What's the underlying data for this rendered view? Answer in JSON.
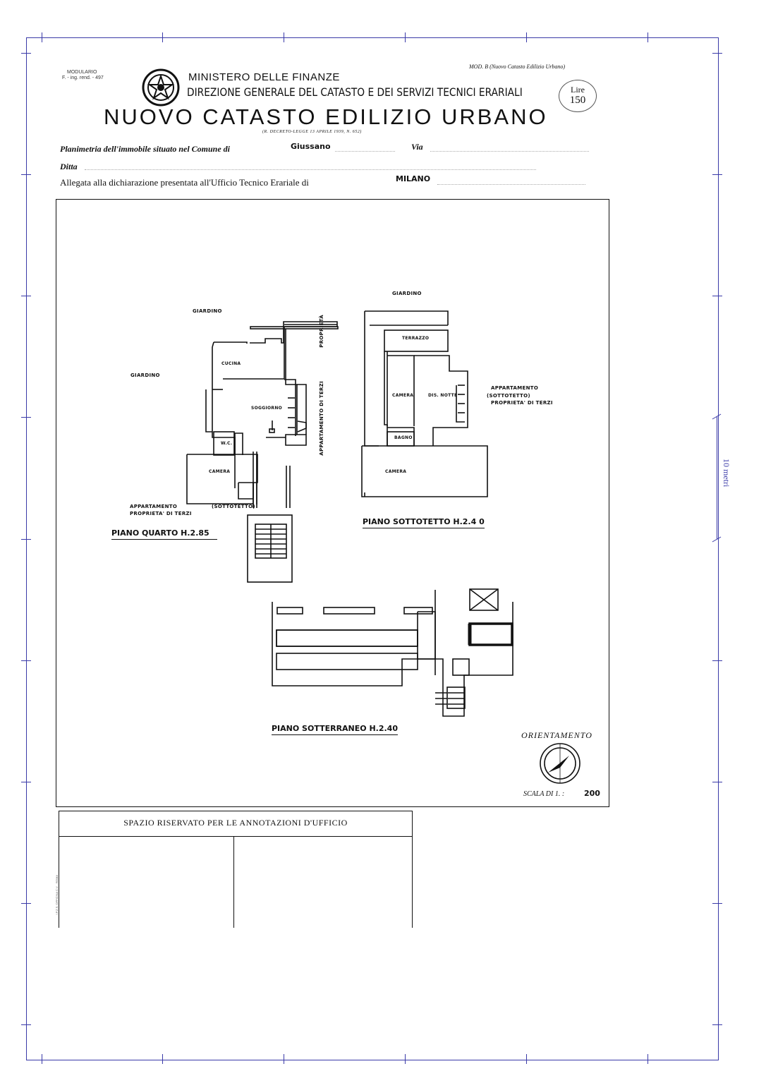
{
  "header": {
    "modulario_line1": "MODULARIO",
    "modulario_line2": "F. - ing. rend. - 497",
    "ministry": "MINISTERO DELLE FINANZE",
    "directorate": "DIREZIONE GENERALE DEL CATASTO E DEI SERVIZI TECNICI ERARIALI",
    "title": "NUOVO CATASTO EDILIZIO URBANO",
    "decree": "(R. DECRETO-LEGGE 13 APRILE 1939, N. 652)",
    "model": "MOD. B (Nuovo Catasto Edilizio Urbano)",
    "stamp_currency": "Lire",
    "stamp_value": "150"
  },
  "form": {
    "line1_label": "Planimetria dell'immobile situato nel Comune di",
    "comune": "Giussano",
    "via_label": "Via",
    "ditta_label": "Ditta",
    "line3_label": "Allegata alla dichiarazione presentata all'Ufficio Tecnico Erariale di",
    "ufficio": "MILANO"
  },
  "plan": {
    "fourth_floor": {
      "title": "PIANO QUARTO H.2.85",
      "rooms": [
        "CUCINA",
        "SOGGIORNO",
        "W.C.",
        "CAMERA"
      ],
      "giardino_top": "GIARDINO",
      "giardino_left": "GIARDINO",
      "proprieta": "PROPRIETÀ",
      "appartamento_side": "APPARTAMENTO DI TERZI",
      "appartamento_bottom_1": "APPARTAMENTO",
      "appartamento_bottom_2": "PROPRIETA' DI TERZI",
      "sottotetto": "(SOTTOTETTO)"
    },
    "attic": {
      "title": "PIANO SOTTOTETTO H.2.4 0",
      "giardino": "GIARDINO",
      "rooms": [
        "TERRAZZO",
        "CAMERA",
        "DIS. NOTTE",
        "BAGNO",
        "CAMERA"
      ],
      "appartamento_1": "APPARTAMENTO",
      "appartamento_2": "(SOTTOTETTO)",
      "appartamento_3": "PROPRIETA' DI TERZI"
    },
    "basement": {
      "title": "PIANO SOTTERRANEO H.2.40"
    },
    "orientation": "ORIENTAMENTO",
    "scale_label": "SCALA DI 1. :",
    "scale_value": "200"
  },
  "annotations": {
    "title": "SPAZIO RISERVATO PER LE ANNOTAZIONI D'UFFICIO",
    "side_print": "I.P.Z.S. OFFICINA C.V. - ROMA"
  },
  "ruler": {
    "label": "10 metri"
  },
  "colors": {
    "frame": "#3a3aa8",
    "ink": "#111111"
  }
}
